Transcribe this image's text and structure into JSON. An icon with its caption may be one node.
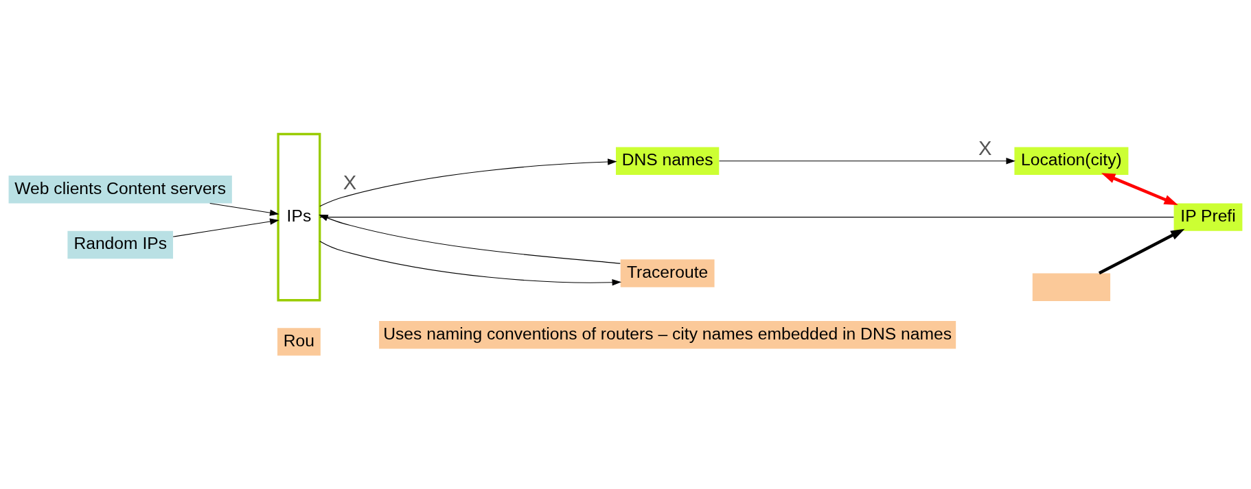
{
  "diagram": {
    "nodes": [
      {
        "text": [
          "Web clients Content servers"
        ]
      },
      {
        "text": [
          "IPs"
        ]
      },
      {
        "text": [
          "Random IPs"
        ]
      },
      {
        "text": [
          "DNS names"
        ]
      },
      {
        "text": [
          "Location(city)"
        ]
      },
      {
        "text": [],
        "shape": "box"
      },
      {
        "text": [
          "IP Prefi"
        ]
      },
      {
        "text": [
          "Rou"
        ]
      },
      {
        "text": [
          "Traceroute"
        ]
      },
      {
        "text": [
          "Uses naming conventions of routers – city names embedded in DNS names"
        ]
      }
    ],
    "edges": [
      {
        "from": 0,
        "to": 1,
        "arrow": "to"
      },
      {
        "from": 2,
        "to": 1,
        "arrow": "to"
      },
      {
        "from": 1,
        "to": 3,
        "arrow": "to",
        "label": "X"
      },
      {
        "from": 3,
        "to": 4,
        "arrow": "to",
        "label": "X"
      },
      {
        "from": 5,
        "to": 6,
        "arrow": "to",
        "style": "thick"
      },
      {
        "from": 4,
        "to": 6,
        "arrow": "both",
        "style": "thick",
        "color": "#ff0000"
      },
      {
        "from": 1,
        "to": 6,
        "arrow": "none"
      },
      {
        "from": 1,
        "to": 8,
        "arrow": "to"
      },
      {
        "from": 8,
        "to": 1,
        "arrow": "to"
      }
    ]
  }
}
